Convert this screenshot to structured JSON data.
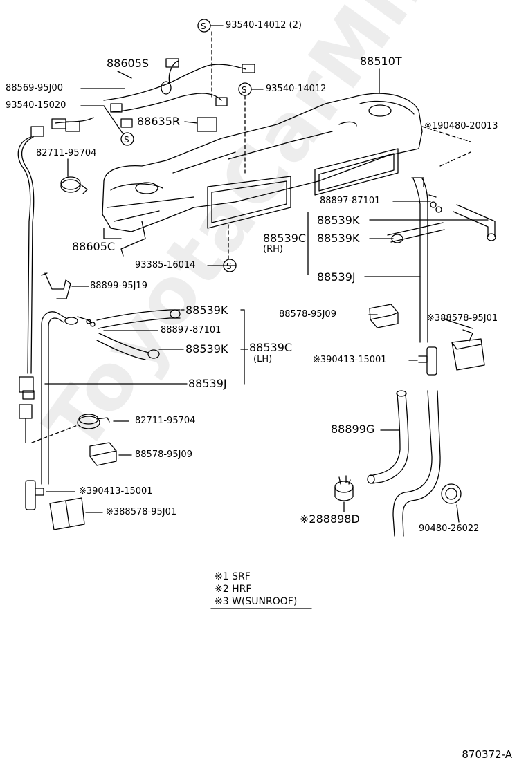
{
  "watermark": "ToyotaCarMirror.ru",
  "diagram_id": "870372-A",
  "labels": {
    "p93540_14012_2": "93540-14012 (2)",
    "p88605S": "88605S",
    "p88510T": "88510T",
    "p88569": "88569-95J00",
    "p93540_14012": "93540-14012",
    "p93540_15020": "93540-15020",
    "p88635R": "88635R",
    "p190480": "※190480-20013",
    "p82711_top": "82711-95704",
    "p88897_top": "88897-87101",
    "p88539K_r1": "88539K",
    "p88539C_rh": "88539C",
    "rh": "(RH)",
    "p88539K_r2": "88539K",
    "p93385": "93385-16014",
    "p88605C": "88605C",
    "p88539J_r": "88539J",
    "p88899_95J19": "88899-95J19",
    "p88578_95J09_r": "88578-95J09",
    "p388578_r": "※388578-95J01",
    "p88539K_l1": "88539K",
    "p88897_l": "88897-87101",
    "p88539K_l2": "88539K",
    "p88539C_lh": "88539C",
    "lh": "(LH)",
    "p390413_r": "※390413-15001",
    "p88539J_l": "88539J",
    "p82711_bot": "82711-95704",
    "p88899G": "88899G",
    "p88578_95J09_l": "88578-95J09",
    "p390413_l": "※390413-15001",
    "p388578_l": "※388578-95J01",
    "p288898D": "※288898D",
    "p90480": "90480-26022"
  },
  "notes": [
    "※1 SRF",
    "※2 HRF",
    "※3 W(SUNROOF)"
  ]
}
